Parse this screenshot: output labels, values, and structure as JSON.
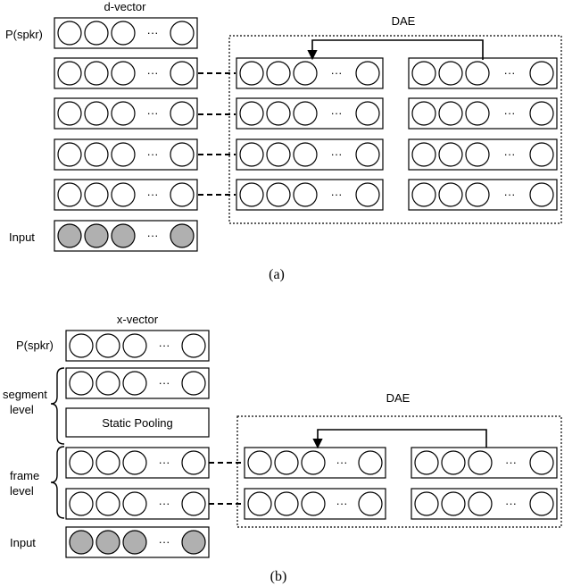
{
  "panel_a": {
    "title": "d-vector",
    "dae_label": "DAE",
    "caption": "(a)",
    "labels": {
      "output": "P(spkr)",
      "input": "Input"
    },
    "ellipsis": "···"
  },
  "panel_b": {
    "title": "x-vector",
    "dae_label": "DAE",
    "caption": "(b)",
    "labels": {
      "output": "P(spkr)",
      "segment_line1": "segment",
      "segment_line2": "level",
      "frame_line1": "frame",
      "frame_line2": "level",
      "input": "Input"
    },
    "pooling_label": "Static Pooling",
    "ellipsis": "···"
  },
  "colors": {
    "input_node_fill": "#b0b0b0",
    "node_fill": "#ffffff",
    "stroke": "#000000"
  }
}
